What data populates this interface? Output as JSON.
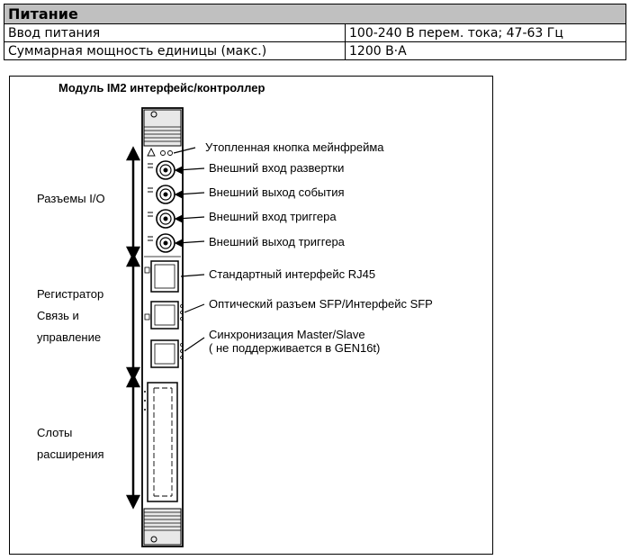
{
  "spec": {
    "title": "Питание",
    "rows": [
      {
        "name": "Ввод питания",
        "value": "100-240 В перем. тока; 47-63 Гц"
      },
      {
        "name": "Суммарная мощность единицы (макс.)",
        "value": "1200 В·А"
      }
    ]
  },
  "figure": {
    "title": "Модуль IM2 интерфейс/контроллер",
    "groups": {
      "io": "Разъемы I/O",
      "reg_line1": "Регистратор",
      "reg_line2": "Связь и",
      "reg_line3": "управление",
      "slots_line1": "Слоты",
      "slots_line2": "расширения"
    },
    "callouts": {
      "mainframe_button": "Утопленная кнопка мейнфрейма",
      "sweep_in": "Внешний вход развертки",
      "event_out": "Внешний выход события",
      "trigger_in": "Внешний вход триггера",
      "trigger_out": "Внешний выход триггера",
      "rj45": "Стандартный интерфейс RJ45",
      "sfp": "Оптический разъем SFP/Интерфейс SFP",
      "sync_line1": "Синхронизация Master/Slave",
      "sync_line2": "( не поддерживается в GEN16t)"
    }
  }
}
